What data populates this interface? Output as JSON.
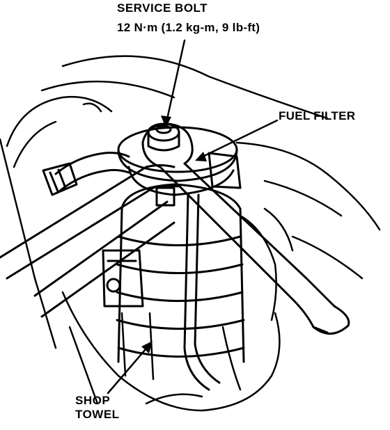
{
  "labels": {
    "service_bolt": "SERVICE BOLT",
    "service_bolt_torque": "12 N·m (1.2 kg-m, 9 lb-ft)",
    "fuel_filter": "FUEL FILTER",
    "shop_towel_line1": "SHOP",
    "shop_towel_line2": "TOWEL"
  },
  "colors": {
    "ink": "#000000",
    "paper": "#ffffff"
  }
}
